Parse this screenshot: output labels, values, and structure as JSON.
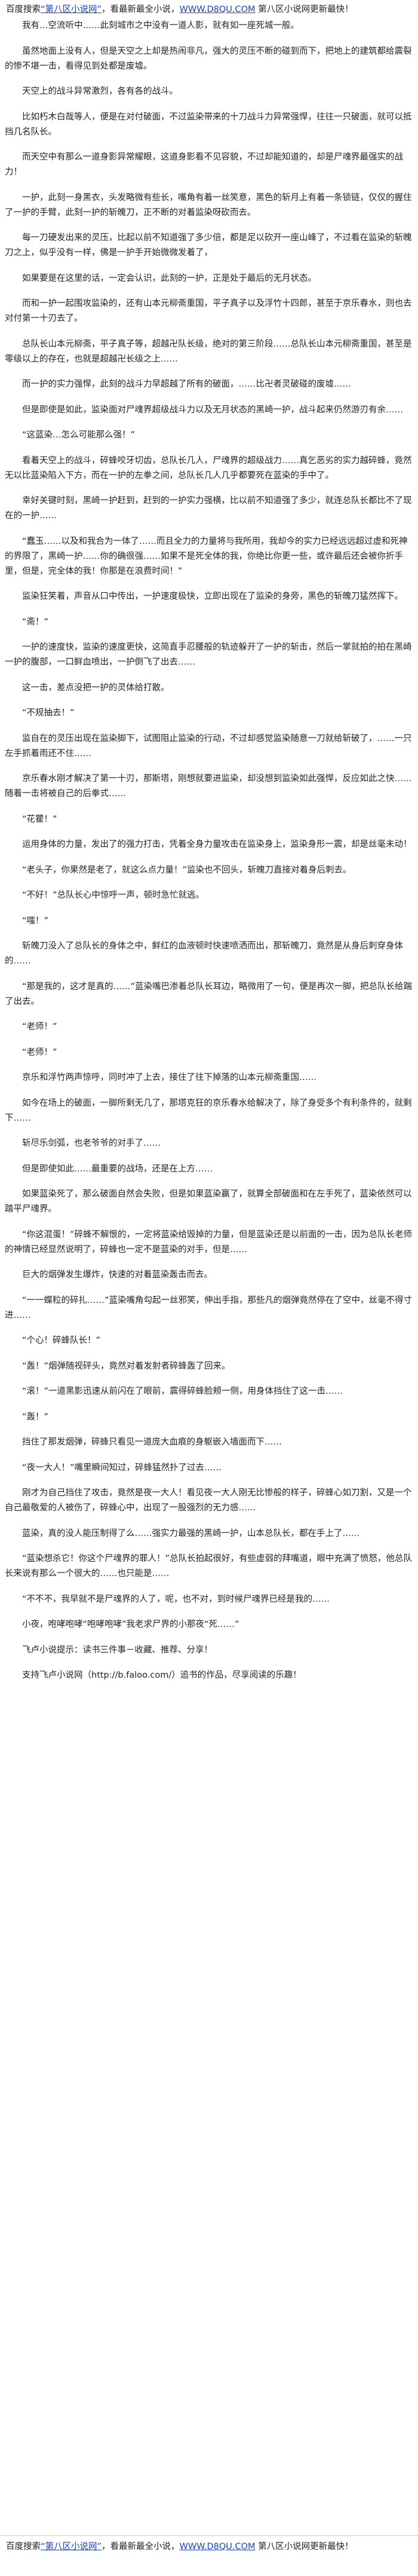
{
  "header": {
    "site_prefix": "百度搜索",
    "site_name": "“第八区小说网”",
    "site_suffix": "，看最新最全小说，",
    "site_url": "WWW.D8QU.COM",
    "site_tail": "第八区小说网更新最快！"
  },
  "paragraphs": [
    "我有…空流听中……此刻城市之中没有一道人影，就有如一座死城一般。",
    "虽然地面上没有人，但是天空之上却是热闹非凡，强大的灵压不断的碰到而下，把地上的建筑都给震裂的惨不堪一击，看得见到处都是废墟。",
    "天空上的战斗异常激烈，各有各的战斗。",
    "比如朽木白哉等人，便是在对付破面，不过监染带来的十刀战斗力异常强悍，往往一只破面，就可以抵挡几名队长。",
    "而天空中有那么一道身影异常耀眼，这道身影看不见容貌，不过却能知道的，却是尸魂界最强实的战力！",
    "一护，此刻一身黑衣，头发略微有些长，嘴角有着一丝笑意，黑色的斩月上有着一条锁链，仅仅的握住了一护的手臂，此刻一护的斩魄刀，正不断的对着监染呀砍而去。",
    "每一刀硬发出来的灵压，比起以前不知道强了多少倍，都是足以砍开一座山峰了，不过看在监染的斩魄刀之上，似乎没有一样，佛是一护手开始微微发着了，",
    "如果要是在这里的话，一定会认识，此刻的一护，正是处于最后的无月状态。",
    "而和一护一起围攻监染的，还有山本元柳斋重国，平子真子以及浮竹十四郎，甚至于京乐春水，则也去对付第一十刃去了。",
    "总队长山本元柳斋，平子真子等，超越卍队长级，绝对的第三阶段……总队长山本元柳斋重国，甚至是零级以上的存在，也就是超越卍长级之上……",
    "而一护的实力强悍，此刻的战斗力早超越了所有的破面，……比卍者灵破碰的废墟……",
    "但是即使是如此，监染面对尸魂界超级战斗力以及无月状态的黑崎一护，战斗起来仍然游刃有余……",
    "“这蓝染…怎么可能那么强！”",
    "看着天空上的战斗，碎蜂咬牙切齿，总队长几人，尸魂界的超级战力……真乞恶劣的实力越碎蜂，竟然无以比蓝染陷入下方，而在一护的左拳之间，总队长几人几乎都要死在蓝染的手中了。",
    "幸好关键时刻，黑崎一护赶到，赶到的一护实力强横，比以前不知道强了多少，就连总队长都比不了现在的一护……",
    "“蠢玉……以及和我合为一体了……而且全力的力量将与我所用，我却今的实力已经远远超过虚和死神的界限了，黑崎一护……你的确很强……如果不是死全体的我，你绝比你更一些，或许最后还会被你折手里，但是，完全体的我！你那是在浪费时间！”",
    "监染狂笑着，声音从口中传出，一护速度极快，立即出现在了监染的身旁，黑色的斩魄刀猛然挥下。",
    "“斋！”",
    "一护的速度快，监染的速度更快，这简直手忍腰般的轨迹躲开了一护的斩击，然后一掌就拍的拍在黑崎一护的腹部，一口鲜血喷出，一护倒飞了出去……",
    "这一击，差点没把一护的灵体给打散。",
    "“不规抽去！”",
    "监自在的灵压出现在监染脚下，试图阻止监染的行动，不过却感觉监染随意一刀就给斩破了，……一只左手抓着雨还不住……",
    "京乐春水刚才解决了第一十刃，那斯塔，刚想就要进监染，却没想到监染如此强悍，反应如此之快……随着一击将被自己的后拳式……",
    "“花瞿！”",
    "运用身体的力量，发出了的强力打击，凭着全身力量攻击在监染身上，监染身形一震，却是丝毫未动！",
    "“老头子，你果然是老了，就这么点力量！”监染也不回头，斩魄刀直接对着身后刺去。",
    "“不好！”总队长心中惊呼一声，顿时急忙就逃。",
    "“嗤！”",
    "斩魄刀没入了总队长的身体之中，鲜红的血液顿时快速喷洒而出，那斩魄刀，竟然是从身后刺穿身体的……",
    "“那是我的，这才是真的……”蓝染嘴巴渗着总队长耳边，略微用了一句，便是再次一脚，把总队长给踹了出去。",
    "“老师！”",
    "“老师！”",
    "京乐和浮竹两声惊呼，同时冲了上去，接住了往下掉落的山本元柳斋重国……",
    "如今在场上的破面，一脚所剩无几了，那塔克狂的京乐春水给解决了，除了身受多个有利条件的，就剩下……",
    "斩尽乐剑弧，也老爷爷的对手了……",
    "但是即使如此……最重要的战场，还是在上方……",
    "如果蓝染死了，那么破面自然会失败，但是如果蓝染赢了，就算全部破面和在左手死了，蓝染依然可以踏平尸魂界。",
    "“你这混蛋！”碎蜂不解恨的，一定将蓝染给毁掉的力量，但是蓝染还是以前面的一击，因为总队长老师的神情已经显然说明了，碎蜂也一定不是蓝染的对手，但是……",
    "巨大的烟弹发生爆炸，快速的对着蓝染轰击而去。",
    "“一一蝶粒的碎扎……”蓝染嘴角勾起一丝邪笑，伸出手指，那些凡的烟弹竟然停在了空中，丝毫不得寸进……",
    "“个心！碎蜂队长！”",
    "“轰！”烟弹随视砰头，竟然对着发射者碎蜂轰了回来。",
    "“滚！”一道黑影迅速从前闪在了眼前，震得碎蜂脸颊一侧，用身体挡住了这一击……",
    "“轰！”",
    "挡住了那发烟弹，碎蜂只看见一道庞大血痕的身躯嵌入墙面而下……",
    "“夜一大人！”嘴里瞬间知过，碎蜂猛然扑了过去……",
    "刚才为自己挡住了攻击，竟然是夜一大人！看见夜一大人刚无比惨般的样子，碎蜂心如刀割，又是一个自己最敬爱的人被伤了，碎蜂心中，出现了一股强烈的无力感……",
    "蓝染，真的没人能压制得了么……强实力最强的黑崎一护，山本总队长，都在手上了……",
    "“蓝染想杀它！你这个尸魂界的罪人！”总队长拍起很好，有些虚弱的拜嘴道，眼中充满了愤怒，他总队长来说有那么一个很大的……也只能是……",
    "“不不不，我早就不是尸魂界的人了，呢，也不对，到时候尸魂界已经是我的……",
    "小夜，咆哮咆哮“咆哮咆哮”我老求尸界的小那夜“死……”",
    "飞卢小说提示：读书三件事－收藏、推荐、分享！",
    "支持飞卢小说网（http://b.faloo.com/）追书的作品，尽享阅读的乐趣！"
  ],
  "footer": {
    "site_prefix": "百度搜索",
    "site_name": "“第八区小说网”",
    "site_suffix": "，看最新最全小说，",
    "site_url": "WWW.D8QU.COM",
    "site_tail": "第八区小说网更新最快！"
  }
}
